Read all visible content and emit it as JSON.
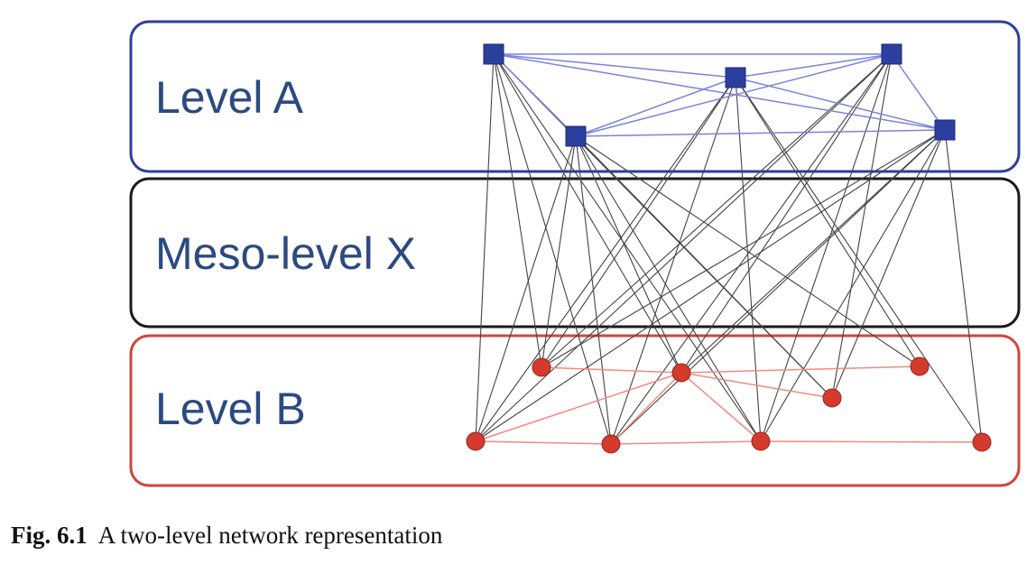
{
  "levels": [
    {
      "key": "a",
      "label": "Level A",
      "color": "#2b3f9e"
    },
    {
      "key": "x",
      "label": "Meso-level X",
      "color": "#1a1a1a"
    },
    {
      "key": "b",
      "label": "Level B",
      "color": "#d0463b"
    }
  ],
  "level_a_node_color": "#2b3f9e",
  "level_b_node_color": "#d53a2c",
  "level_a_edge_color": "#7b82dd",
  "level_b_edge_color": "#f08b80",
  "cross_edge_color": "#444444",
  "caption": {
    "number": "Fig. 6.1",
    "text": "A two-level network representation"
  }
}
